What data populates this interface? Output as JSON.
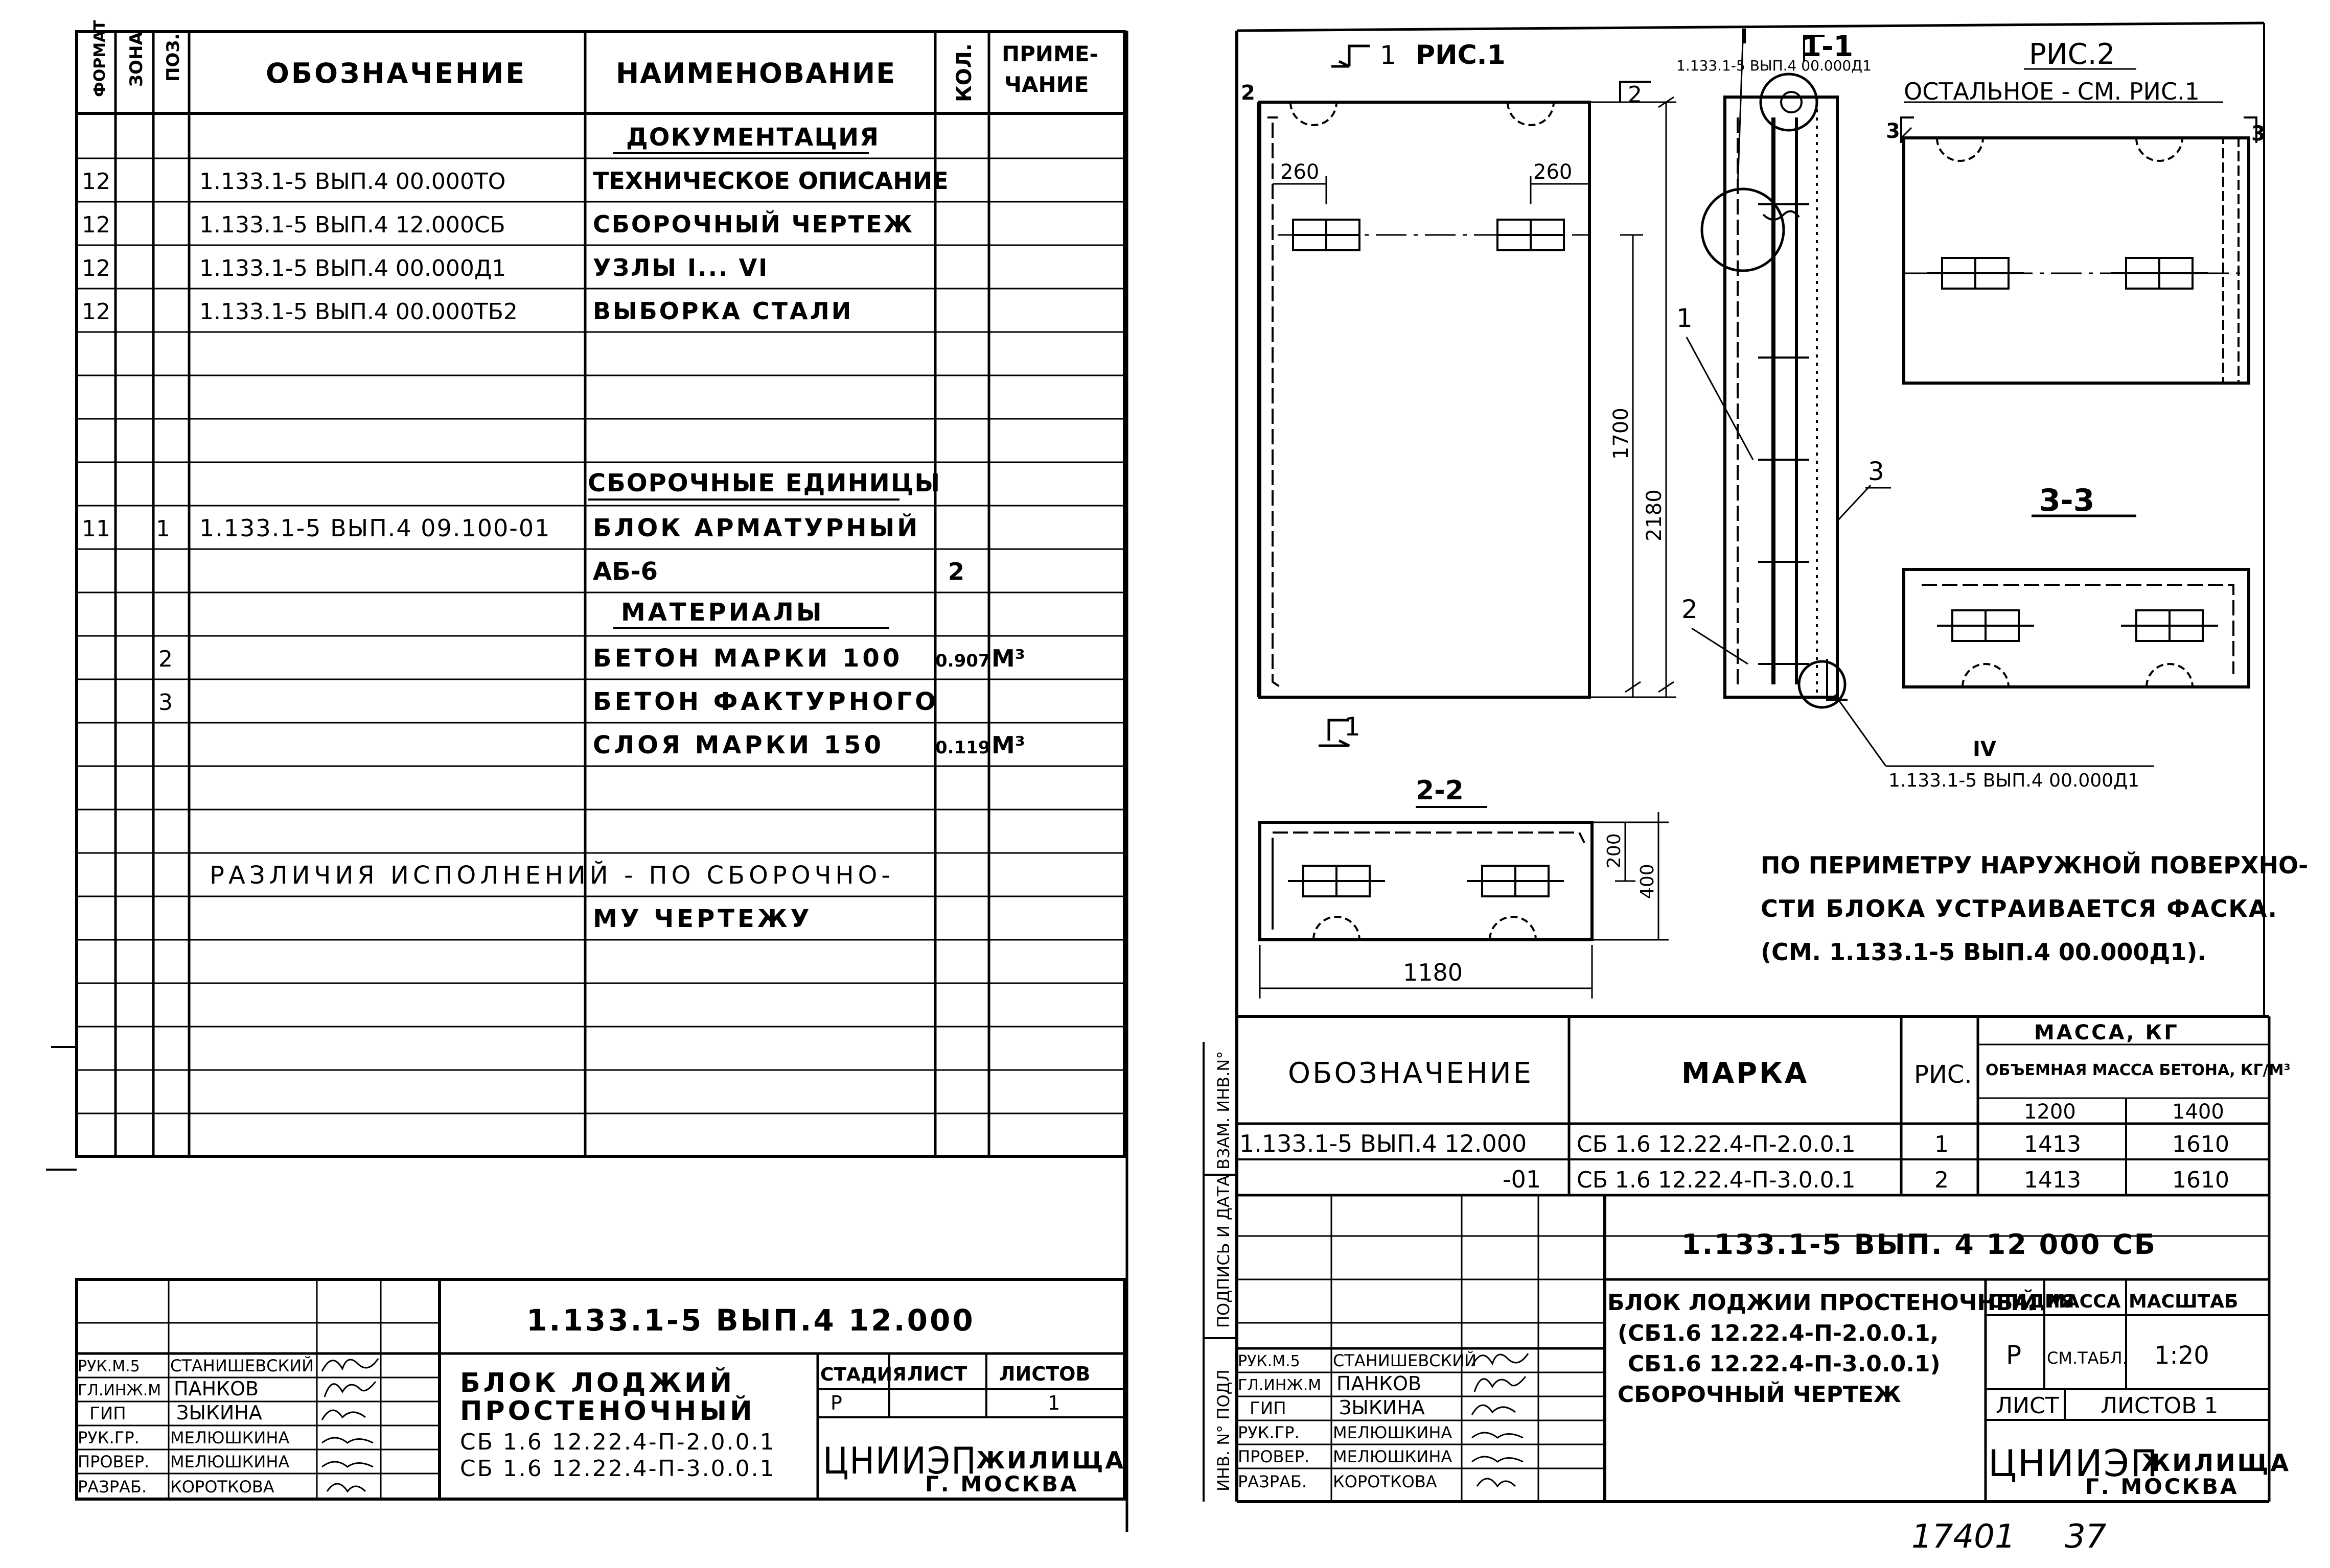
{
  "spec": {
    "headers": {
      "format": "ФОРМАТ",
      "zone": "ЗОНА",
      "pos": "ПОЗ.",
      "designation": "ОБОЗНАЧЕНИЕ",
      "name": "НАИМЕНОВАНИЕ",
      "qty": "КОЛ.",
      "note_line1": "ПРИМЕ-",
      "note_line2": "ЧАНИЕ"
    },
    "section_documentation": "ДОКУМЕНТАЦИЯ",
    "docs": [
      {
        "format": "12",
        "designation": "1.133.1-5 ВЫП.4 00.000ТО",
        "name": "ТЕХНИЧЕСКОЕ ОПИСАНИЕ"
      },
      {
        "format": "12",
        "designation": "1.133.1-5 ВЫП.4 12.000СБ",
        "name": "СБОРОЧНЫЙ ЧЕРТЕЖ"
      },
      {
        "format": "12",
        "designation": "1.133.1-5 ВЫП.4 00.000Д1",
        "name": "УЗЛЫ I... VI"
      },
      {
        "format": "12",
        "designation": "1.133.1-5 ВЫП.4 00.000ТБ2",
        "name": "ВЫБОРКА СТАЛИ"
      }
    ],
    "section_units": "СБОРОЧНЫЕ ЕДИНИЦЫ",
    "unit": {
      "format": "11",
      "pos": "1",
      "designation": "1.133.1-5 ВЫП.4 09.100-01",
      "name_line1": "БЛОК АРМАТУРНЫЙ",
      "name_line2": "АБ-6",
      "qty": "2"
    },
    "section_materials": "МАТЕРИАЛЫ",
    "materials": [
      {
        "pos": "2",
        "name": "БЕТОН МАРКИ 100",
        "qty": "0.907",
        "unit": "М³"
      },
      {
        "pos": "3",
        "name": "БЕТОН ФАКТУРНОГО",
        "qty": "",
        "unit": ""
      },
      {
        "pos": "",
        "name": "СЛОЯ МАРКИ 150",
        "qty": "0.119",
        "unit": "М³"
      }
    ],
    "remark_line1": "РАЗЛИЧИЯ ИСПОЛНЕНИЙ - ПО СБОРОЧНО-",
    "remark_line2": "МУ ЧЕРТЕЖУ"
  },
  "stamp_left": {
    "code": "1.133.1-5 ВЫП.4 12.000",
    "title_line1": "БЛОК ЛОДЖИЙ",
    "title_line2": "ПРОСТЕНОЧНЫЙ",
    "title_line3": "СБ 1.6 12.22.4-П-2.0.0.1",
    "title_line4": "СБ 1.6 12.22.4-П-3.0.0.1",
    "stage_label": "СТАДИЯ",
    "sheet_label": "ЛИСТ",
    "sheets_label": "ЛИСТОВ",
    "stage": "Р",
    "sheet": "",
    "sheets": "1",
    "org": "ЦНИИЭП",
    "org2": "ЖИЛИЩА",
    "city": "Г. МОСКВА",
    "people": [
      {
        "role": "РУК.М.5",
        "name": "СТАНИШЕВСКИЙ"
      },
      {
        "role": "ГЛ.ИНЖ.М",
        "name": "ПАНКОВ"
      },
      {
        "role": "ГИП",
        "name": "ЗЫКИНА"
      },
      {
        "role": "РУК.ГР.",
        "name": "МЕЛЮШКИНА"
      },
      {
        "role": "ПРОВЕР.",
        "name": "МЕЛЮШКИНА"
      },
      {
        "role": "РАЗРАБ.",
        "name": "КОРОТКОВА"
      }
    ]
  },
  "drawing": {
    "fig1_label": "РИС.1",
    "fig2_label": "РИС.2",
    "fig2_note": "ОСТАЛЬНОЕ - СМ. РИС.1",
    "section_1_1": "1-1",
    "section_2_2": "2-2",
    "section_3_3": "3-3",
    "node_I": "I",
    "node_I_ref": "1.133.1-5 ВЫП.4 00.000Д1",
    "node_IV": "IV",
    "node_IV_ref": "1.133.1-5 ВЫП.4 00.000Д1",
    "dim_260a": "260",
    "dim_260b": "260",
    "dim_1700": "1700",
    "dim_2180": "2180",
    "dim_200": "200",
    "dim_400": "400",
    "dim_1180": "1180",
    "callouts": [
      "1",
      "2",
      "3"
    ],
    "cut_marks": [
      "1",
      "1",
      "2",
      "2",
      "3",
      "3"
    ],
    "note_line1": "ПО ПЕРИМЕТРУ НАРУЖНОЙ ПОВЕРХНО-",
    "note_line2": "СТИ БЛОКА УСТРАИВАЕТСЯ ФАСКА.",
    "note_line3": "(СМ. 1.133.1-5 ВЫП.4 00.000Д1)."
  },
  "marks_table": {
    "h_designation": "ОБОЗНАЧЕНИЕ",
    "h_mark": "МАРКА",
    "h_fig": "РИС.",
    "h_mass": "МАССА, КГ",
    "h_density": "ОБЪЕМНАЯ МАССА БЕТОНА, КГ/М³",
    "h_d1": "1200",
    "h_d2": "1400",
    "rows": [
      {
        "designation": "1.133.1-5 ВЫП.4 12.000",
        "mark": "СБ 1.6 12.22.4-П-2.0.0.1",
        "fig": "1",
        "m1": "1413",
        "m2": "1610"
      },
      {
        "designation": "-01",
        "mark": "СБ 1.6 12.22.4-П-3.0.0.1",
        "fig": "2",
        "m1": "1413",
        "m2": "1610"
      }
    ]
  },
  "side_strip": {
    "inv_orig": "ИНВ. N° ПОДЛ",
    "sign_date": "ПОДПИСЬ И ДАТА",
    "replace_inv": "ВЗАМ. ИНВ.N°"
  },
  "stamp_right": {
    "code": "1.133.1-5 ВЫП. 4 12 000 СБ",
    "title_line1": "БЛОК ЛОДЖИИ ПРОСТЕНОЧНЫЙ",
    "title_line2": "(СБ1.6 12.22.4-П-2.0.0.1,",
    "title_line3": "СБ1.6 12.22.4-П-3.0.0.1)",
    "title_line4": "СБОРОЧНЫЙ ЧЕРТЕЖ",
    "stage_label": "СТАДИЯ",
    "mass_label": "МАССА",
    "scale_label": "МАСШТАБ",
    "stage": "Р",
    "mass": "СМ.ТАБЛ.",
    "scale": "1:20",
    "sheet_label": "ЛИСТ",
    "sheets_label": "ЛИСТОВ 1",
    "org": "ЦНИИЭП",
    "org2": "ЖИЛИЩА",
    "city": "Г. МОСКВА",
    "people": [
      {
        "role": "РУК.М.5",
        "name": "СТАНИШЕВСКИЙ"
      },
      {
        "role": "ГЛ.ИНЖ.М",
        "name": "ПАНКОВ"
      },
      {
        "role": "ГИП",
        "name": "ЗЫКИНА"
      },
      {
        "role": "РУК.ГР.",
        "name": "МЕЛЮШКИНА"
      },
      {
        "role": "ПРОВЕР.",
        "name": "МЕЛЮШКИНА"
      },
      {
        "role": "РАЗРАБ.",
        "name": "КОРОТКОВА"
      }
    ]
  },
  "handwritten_footer": {
    "left": "17401",
    "right": "37"
  }
}
